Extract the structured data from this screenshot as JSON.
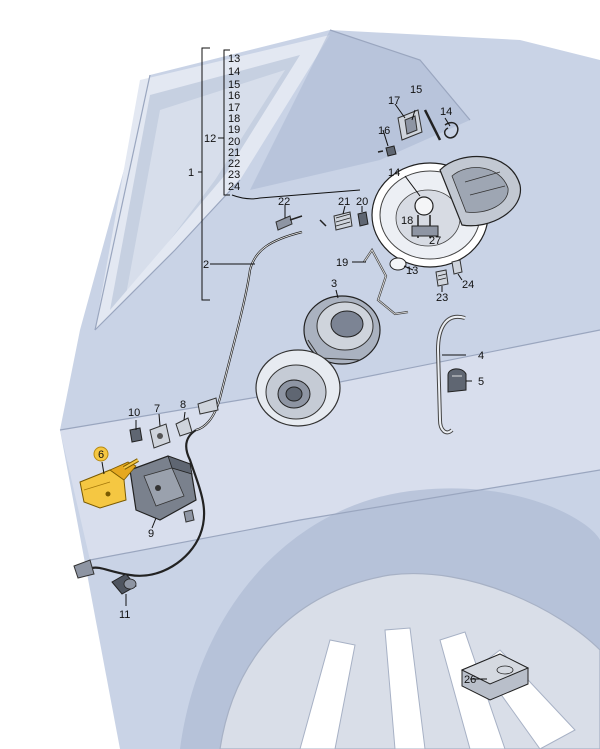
{
  "callouts": [
    {
      "id": "c1",
      "text": "1"
    },
    {
      "id": "c2",
      "text": "2"
    },
    {
      "id": "c3",
      "text": "3"
    },
    {
      "id": "c4",
      "text": "4"
    },
    {
      "id": "c5",
      "text": "5"
    },
    {
      "id": "c6",
      "text": "6",
      "highlighted": true
    },
    {
      "id": "c7",
      "text": "7"
    },
    {
      "id": "c8",
      "text": "8"
    },
    {
      "id": "c9",
      "text": "9"
    },
    {
      "id": "c10",
      "text": "10"
    },
    {
      "id": "c11",
      "text": "11"
    },
    {
      "id": "c12",
      "text": "12"
    },
    {
      "id": "c13",
      "text": "13"
    },
    {
      "id": "c14a",
      "text": "14"
    },
    {
      "id": "c14b",
      "text": "14"
    },
    {
      "id": "c15",
      "text": "15"
    },
    {
      "id": "c16",
      "text": "16"
    },
    {
      "id": "c17",
      "text": "17"
    },
    {
      "id": "c18",
      "text": "18"
    },
    {
      "id": "c19",
      "text": "19"
    },
    {
      "id": "c20",
      "text": "20"
    },
    {
      "id": "c21",
      "text": "21"
    },
    {
      "id": "c22",
      "text": "22"
    },
    {
      "id": "c23",
      "text": "23"
    },
    {
      "id": "c24",
      "text": "24"
    },
    {
      "id": "c26",
      "text": "26"
    },
    {
      "id": "c27",
      "text": "27"
    }
  ],
  "group_list": [
    "13",
    "14",
    "15",
    "16",
    "17",
    "18",
    "19",
    "20",
    "21",
    "22",
    "23",
    "24"
  ],
  "colors": {
    "body": "#c9d3e6",
    "highlight": "#f5c742",
    "ink": "#111111"
  }
}
